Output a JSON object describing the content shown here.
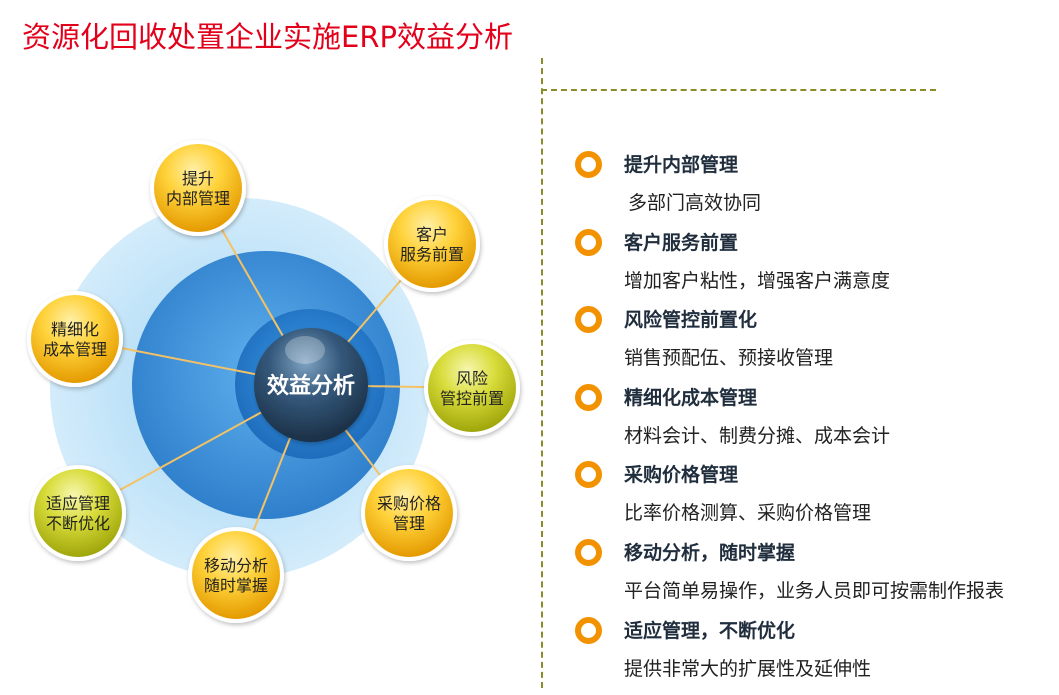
{
  "title": "资源化回收处置企业实施ERP效益分析",
  "diagram": {
    "center_label": "效益分析",
    "nodes": [
      {
        "id": "n1",
        "lines": [
          "提升",
          "内部管理"
        ],
        "color": "orange"
      },
      {
        "id": "n2",
        "lines": [
          "客户",
          "服务前置"
        ],
        "color": "orange"
      },
      {
        "id": "n3",
        "lines": [
          "风险",
          "管控前置"
        ],
        "color": "green"
      },
      {
        "id": "n4",
        "lines": [
          "采购价格",
          "管理"
        ],
        "color": "orange"
      },
      {
        "id": "n5",
        "lines": [
          "移动分析",
          "随时掌握"
        ],
        "color": "orange"
      },
      {
        "id": "n6",
        "lines": [
          "适应管理",
          "不断优化"
        ],
        "color": "green"
      },
      {
        "id": "n7",
        "lines": [
          "精细化",
          "成本管理"
        ],
        "color": "orange"
      }
    ],
    "colors": {
      "orange_main": "#f7b500",
      "orange_light": "#ffe27a",
      "green_main": "#b6bd0f",
      "green_light": "#ecef7a",
      "ring_outer": "#bfe3f7",
      "ring_mid": "#3d8fd9",
      "ring_inner": "#2a6fb7",
      "center": "#2b4b6a",
      "spoke": "#f4c266"
    }
  },
  "list": [
    {
      "title": "提升内部管理",
      "desc": "多部门高效协同"
    },
    {
      "title": "客户服务前置",
      "desc": "增加客户粘性，增强客户满意度"
    },
    {
      "title": "风险管控前置化",
      "desc": "销售预配伍、预接收管理"
    },
    {
      "title": "精细化成本管理",
      "desc": "材料会计、制费分摊、成本会计"
    },
    {
      "title": "采购价格管理",
      "desc": "比率价格测算、采购价格管理"
    },
    {
      "title": "移动分析，随时掌握",
      "desc": "平台简单易操作，业务人员即可按需制作报表"
    },
    {
      "title": "适应管理，不断优化",
      "desc": "提供非常大的扩展性及延伸性"
    }
  ],
  "accent_color": "#f39200"
}
